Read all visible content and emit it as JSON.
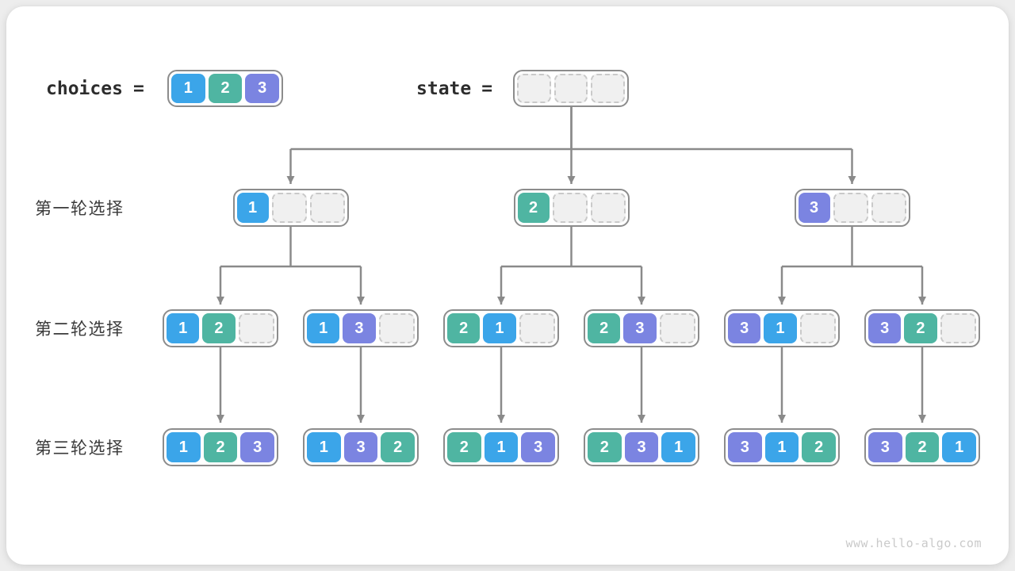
{
  "card": {
    "header": {
      "choices_label": "choices",
      "equals": "=",
      "state_label": "state",
      "choices_values": [
        "1",
        "2",
        "3"
      ],
      "state_slots": 3
    },
    "value_colors": {
      "1": "#3BA5E9",
      "2": "#4FB5A2",
      "3": "#7B84E1"
    },
    "connector_color": "#8a8a8a",
    "rows": [
      {
        "label": "第一轮选择",
        "nodes": [
          {
            "cells": [
              "1",
              "",
              ""
            ]
          },
          {
            "cells": [
              "2",
              "",
              ""
            ]
          },
          {
            "cells": [
              "3",
              "",
              ""
            ]
          }
        ]
      },
      {
        "label": "第二轮选择",
        "nodes": [
          {
            "cells": [
              "1",
              "2",
              ""
            ]
          },
          {
            "cells": [
              "1",
              "3",
              ""
            ]
          },
          {
            "cells": [
              "2",
              "1",
              ""
            ]
          },
          {
            "cells": [
              "2",
              "3",
              ""
            ]
          },
          {
            "cells": [
              "3",
              "1",
              ""
            ]
          },
          {
            "cells": [
              "3",
              "2",
              ""
            ]
          }
        ]
      },
      {
        "label": "第三轮选择",
        "nodes": [
          {
            "cells": [
              "1",
              "2",
              "3"
            ]
          },
          {
            "cells": [
              "1",
              "3",
              "2"
            ]
          },
          {
            "cells": [
              "2",
              "1",
              "3"
            ]
          },
          {
            "cells": [
              "2",
              "3",
              "1"
            ]
          },
          {
            "cells": [
              "3",
              "1",
              "2"
            ]
          },
          {
            "cells": [
              "3",
              "2",
              "1"
            ]
          }
        ]
      }
    ],
    "watermark": "www.hello-algo.com"
  }
}
